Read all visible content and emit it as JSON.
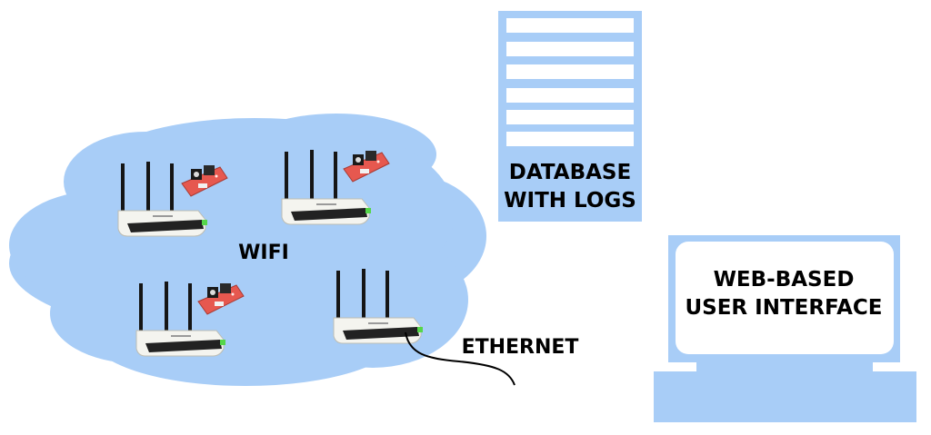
{
  "labels": {
    "wifi": "WIFI",
    "ethernet": "ETHERNET",
    "database_line1": "DATABASE",
    "database_line2": "WITH LOGS",
    "ui_line1": "WEB-BASED",
    "ui_line2": "USER INTERFACE"
  },
  "icons": {
    "router": "wifi-router-icon",
    "sensor_board": "sensor-board-icon",
    "database": "database-icon",
    "computer": "computer-monitor-icon"
  },
  "colors": {
    "shape_fill": "#a8cdf7",
    "white": "#ffffff",
    "text": "#000000",
    "router_body": "#f4f4ef",
    "router_front": "#222222",
    "antenna": "#151515",
    "board": "#e6584f",
    "led": "#55d64a",
    "cable": "#000000"
  }
}
